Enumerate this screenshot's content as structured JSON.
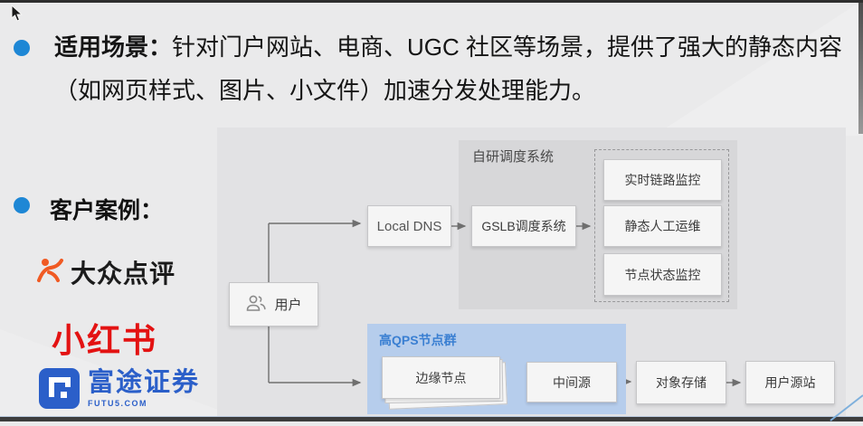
{
  "page": {
    "accent_blue": "#1e87d5",
    "scenario": {
      "label": "适用场景：",
      "text": "针对门户网站、电商、UGC 社区等场景，提供了强大的静态内容（如网页样式、图片、小文件）加速分发处理能力。"
    },
    "cases": {
      "label": "客户案例：",
      "logos": {
        "dianping": {
          "text": "大众点评",
          "icon_color": "#f05a23"
        },
        "xiaohongshu": {
          "text": "小红书",
          "color": "#e31212"
        },
        "futu": {
          "text": "富途证券",
          "subtext": "FUTU5.COM",
          "color": "#2b5fc9"
        }
      }
    }
  },
  "diagram": {
    "nodes": {
      "user": "用户",
      "local_dns": "Local DNS",
      "gslb": "GSLB调度系统",
      "scheduler_panel": "自研调度系统",
      "monitor_link": "实时链路监控",
      "monitor_ops": "静态人工运维",
      "monitor_state": "节点状态监控",
      "qps_group": "高QPS节点群",
      "edge_node": "边缘节点",
      "mid_source": "中间源",
      "object_storage": "对象存储",
      "user_origin": "用户源站"
    },
    "colors": {
      "panel_bg": "#e2e2e4",
      "scheduler_bg": "#d7d7d9",
      "qps_bg": "#b6cdec",
      "qps_label": "#3a7fd2",
      "box_bg": "#f5f5f5",
      "line": "#6f6f6f"
    }
  }
}
